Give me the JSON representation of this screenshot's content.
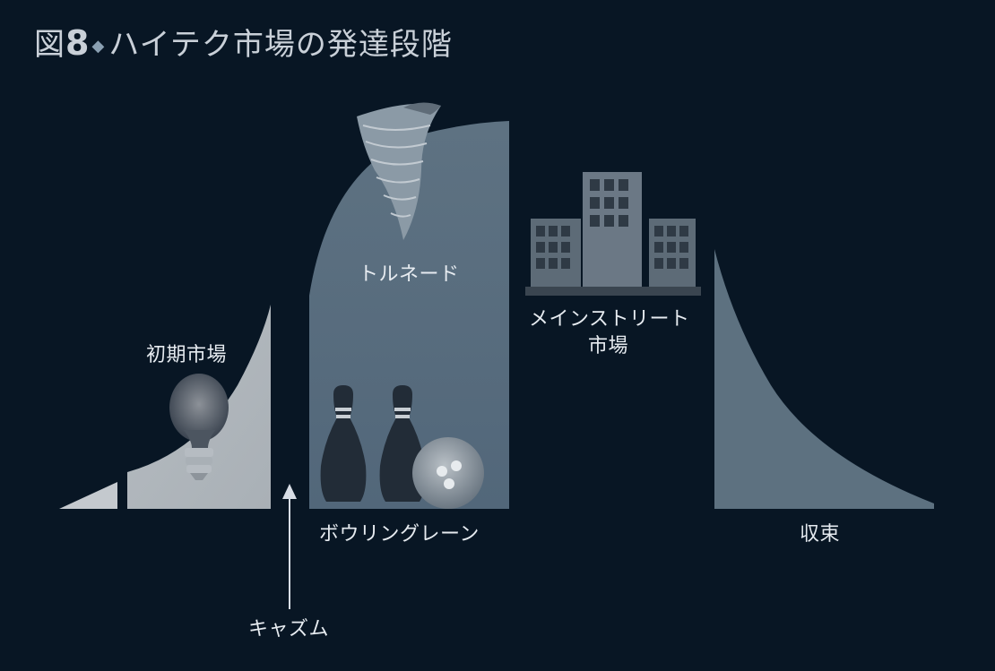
{
  "title": {
    "prefix": "図",
    "number": "8",
    "text": "ハイテク市場の発達段階"
  },
  "stages": {
    "early_market": "初期市場",
    "bowling_alley": "ボウリングレーン",
    "tornado": "トルネード",
    "mainstream_line1": "メインストリート",
    "mainstream_line2": "市場",
    "convergence": "収束",
    "chasm": "キャズム"
  },
  "colors": {
    "background": "#081624",
    "shape_light": "#c2c8cd",
    "shape_mid": "#5d7180",
    "title": "#c9d0d8"
  }
}
